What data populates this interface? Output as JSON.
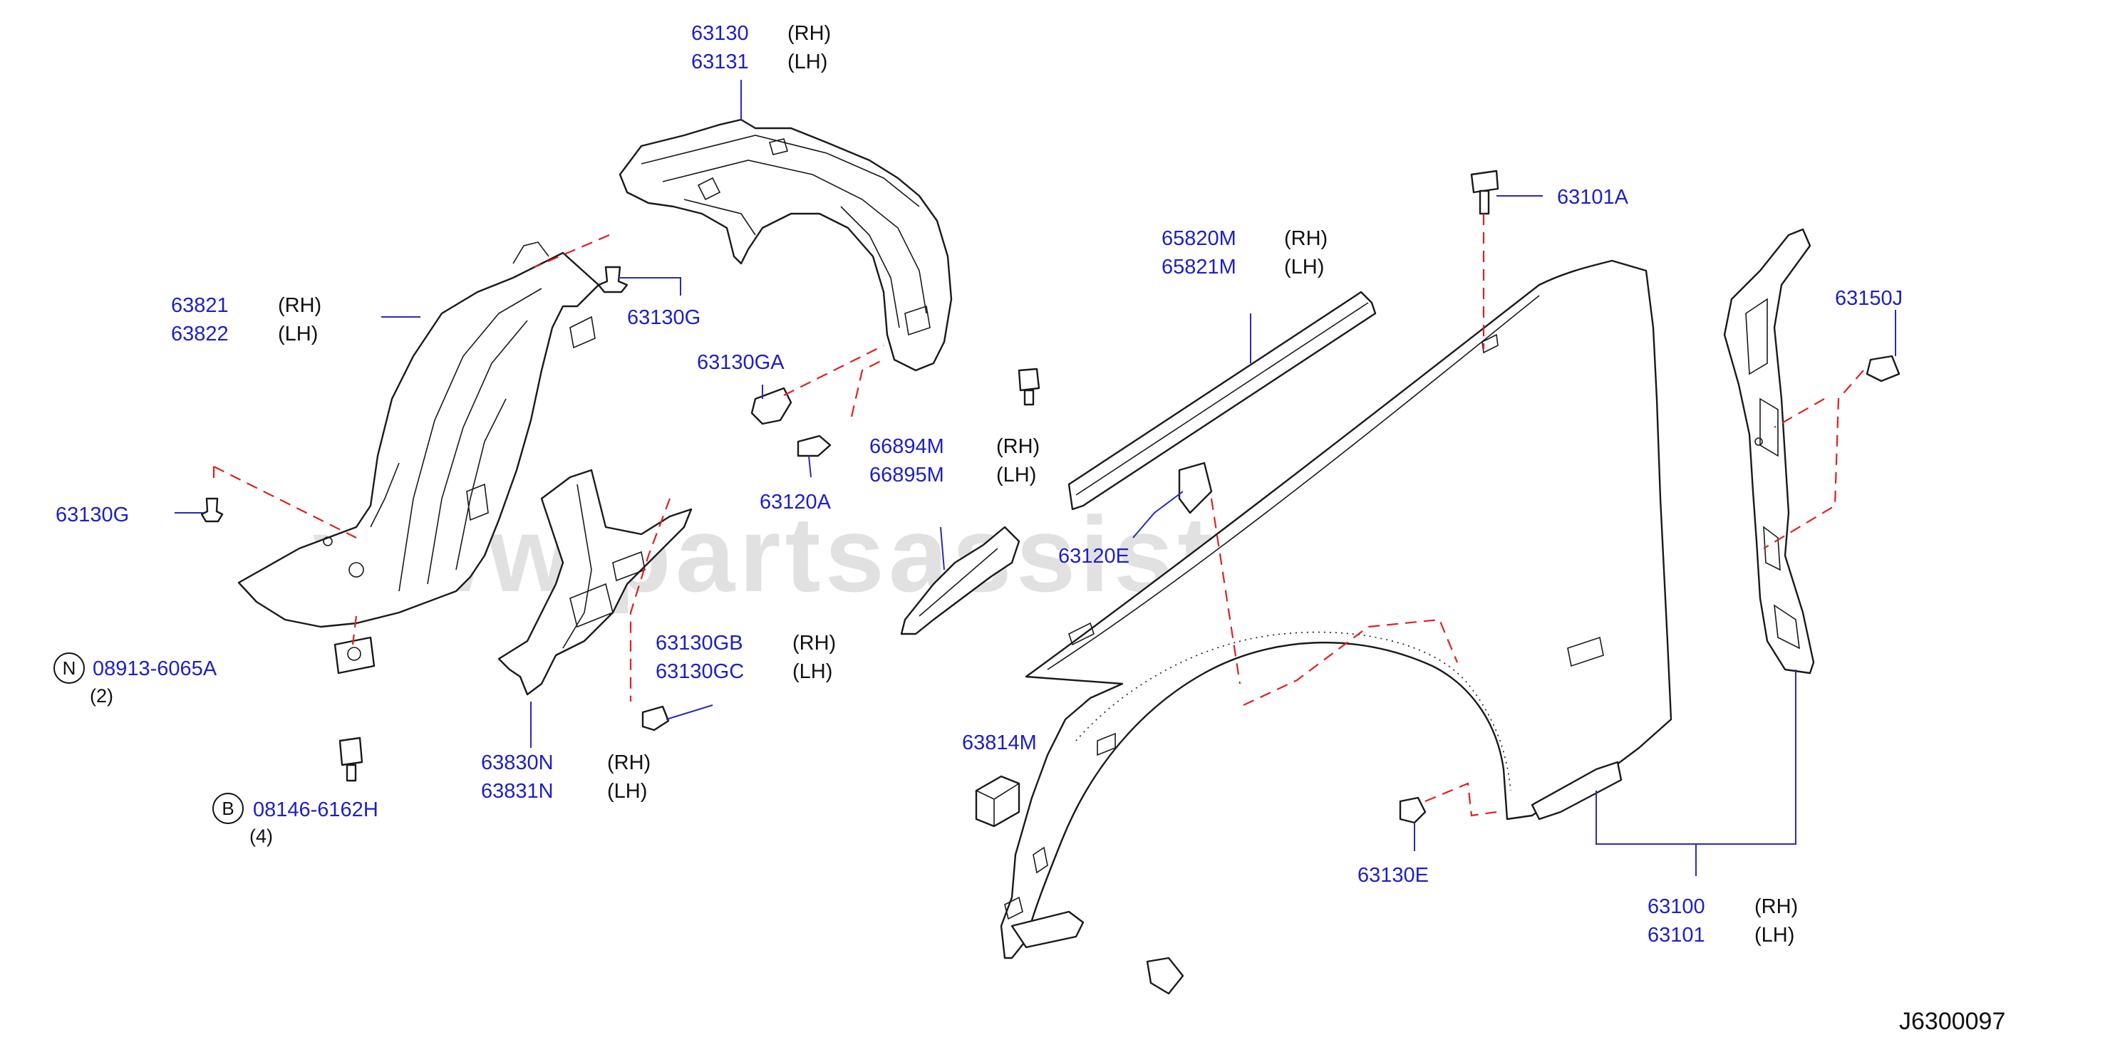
{
  "watermark": "www.partsassistant.com",
  "diagram_id": "J6300097",
  "callouts": {
    "c63130": {
      "pn1": "63130",
      "s1": "(RH)",
      "pn2": "63131",
      "s2": "(LH)"
    },
    "c63821": {
      "pn1": "63821",
      "s1": "(RH)",
      "pn2": "63822",
      "s2": "(LH)"
    },
    "c63130g_top": {
      "pn": "63130G"
    },
    "c63130g_left": {
      "pn": "63130G"
    },
    "c63130ga": {
      "pn": "63130GA"
    },
    "c63120a": {
      "pn": "63120A"
    },
    "c66894": {
      "pn1": "66894M",
      "s1": "(RH)",
      "pn2": "66895M",
      "s2": "(LH)"
    },
    "c63120e": {
      "pn": "63120E"
    },
    "c65820": {
      "pn1": "65820M",
      "s1": "(RH)",
      "pn2": "65821M",
      "s2": "(LH)"
    },
    "c63101a": {
      "pn": "63101A"
    },
    "c63150j": {
      "pn": "63150J"
    },
    "c63130gb": {
      "pn1": "63130GB",
      "s1": "(RH)",
      "pn2": "63130GC",
      "s2": "(LH)"
    },
    "c63830": {
      "pn1": "63830N",
      "s1": "(RH)",
      "pn2": "63831N",
      "s2": "(LH)"
    },
    "c63814": {
      "pn": "63814M"
    },
    "c63130e": {
      "pn": "63130E"
    },
    "c63100": {
      "pn1": "63100",
      "s1": "(RH)",
      "pn2": "63101",
      "s2": "(LH)"
    },
    "c08913": {
      "badge": "N",
      "pn": "08913-6065A",
      "qty": "(2)"
    },
    "c08146": {
      "badge": "B",
      "pn": "08146-6162H",
      "qty": "(4)"
    }
  },
  "colors": {
    "part_number": "#1e1ec8",
    "hidden_line": "#e02020",
    "leader": "#2a2ab8"
  }
}
